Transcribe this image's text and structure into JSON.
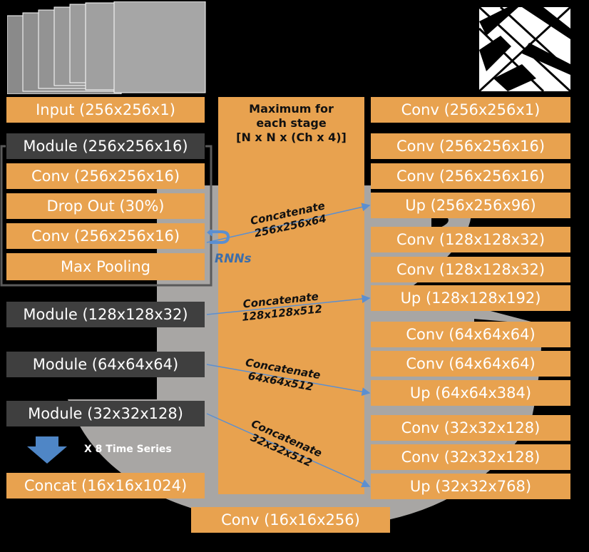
{
  "header": {
    "title": "Maximum for\neach stage\n[N x N x (Ch x 4)]"
  },
  "left_column": {
    "input": "Input (256x256x1)",
    "module1": "Module (256x256x16)",
    "conv_a": "Conv (256x256x16)",
    "dropout": "Drop Out (30%)",
    "conv_b": "Conv (256x256x16)",
    "maxpool": "Max Pooling",
    "module2": "Module (128x128x32)",
    "module3": "Module (64x64x64)",
    "module4": "Module (32x32x128)",
    "concat": "Concat (16x16x1024)",
    "time_series": "X 8 Time Series",
    "rnns": "RNNs"
  },
  "right_column": {
    "r1": "Conv (256x256x1)",
    "r2": "Conv (256x256x16)",
    "r3": "Conv (256x256x16)",
    "r4": "Up (256x256x96)",
    "r5": "Conv (128x128x32)",
    "r6": "Conv (128x128x32)",
    "r7": "Up (128x128x192)",
    "r8": "Conv (64x64x64)",
    "r9": "Conv (64x64x64)",
    "r10": "Up (64x64x384)",
    "r11": "Conv (32x32x128)",
    "r12": "Conv (32x32x128)",
    "r13": "Up (32x32x768)"
  },
  "bottom": {
    "conv": "Conv (16x16x256)"
  },
  "concats": [
    {
      "label": "Concatenate",
      "dims": "256x256x64"
    },
    {
      "label": "Concatenate",
      "dims": "128x128x512"
    },
    {
      "label": "Concatenate",
      "dims": "64x64x512"
    },
    {
      "label": "Concatenate",
      "dims": "32x32x512"
    }
  ],
  "colors": {
    "box_orange": "#e8a24f",
    "box_dark": "#3f3f3f",
    "arrow_blue": "#5b8fd1",
    "background_arc": "#a8a6a4"
  }
}
